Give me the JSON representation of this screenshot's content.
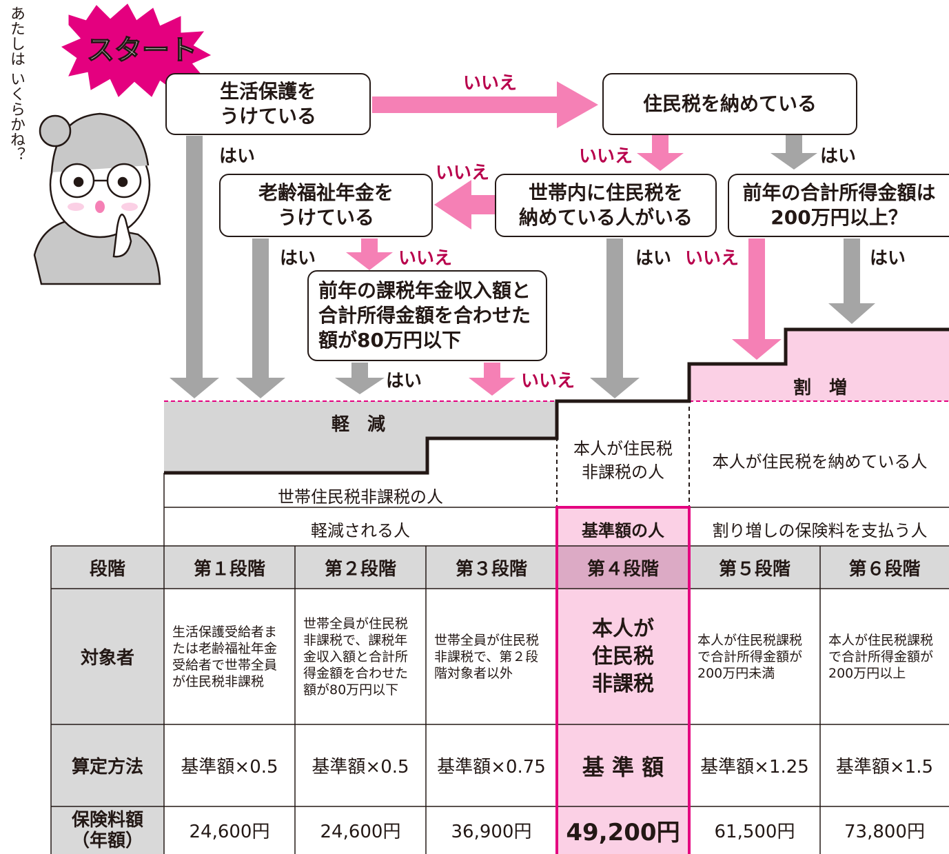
{
  "start": {
    "badge": "スタート",
    "bubble": [
      "あたしは",
      "いくらかね？"
    ]
  },
  "flow": {
    "q_welfare": [
      "生活保護を",
      "うけている"
    ],
    "q_pays_tax": "住民税を納めている",
    "q_household": [
      "世帯内に住民税を",
      "納めている人がいる"
    ],
    "q_pension": [
      "老齢福祉年金を",
      "うけている"
    ],
    "q_income200": [
      "前年の合計所得金額は",
      "200万円以上？"
    ],
    "q_80": [
      "前年の課税年金収入額と",
      "合計所得金額を合わせた",
      "額が80万円以下"
    ],
    "yes": "はい",
    "no": "いいえ"
  },
  "bands": {
    "reduced": "軽　減",
    "increased": "割　増",
    "self_nontax": [
      "本人が住民税",
      "非課税の人"
    ],
    "self_tax": "本人が住民税を納めている人",
    "household_nontax": "世帯住民税非課税の人",
    "reduced_people": "軽減される人",
    "base_people": "基準額の人",
    "increased_people": "割り増しの保険料を支払う人"
  },
  "table": {
    "row_headers": [
      "段階",
      "対象者",
      "算定方法",
      "保険料額\n（年額）"
    ],
    "stages": [
      "第１段階",
      "第２段階",
      "第３段階",
      "第４段階",
      "第５段階",
      "第６段階"
    ],
    "targets": [
      "生活保護受給者または老齢福祉年金受給者で世帯全員が住民税非課税",
      "世帯全員が住民税非課税で、課税年金収入額と合計所得金額を合わせた額が80万円以下",
      "世帯全員が住民税非課税で、第２段階対象者以外",
      "本人が\n住民税\n非課税",
      "本人が住民税課税で合計所得金額が200万円未満",
      "本人が住民税課税で合計所得金額が200万円以上"
    ],
    "methods": [
      "基準額×0.5",
      "基準額×0.5",
      "基準額×0.75",
      "基 準 額",
      "基準額×1.25",
      "基準額×1.5"
    ],
    "amounts": [
      "24,600円",
      "24,600円",
      "36,900円",
      "49,200円",
      "61,500円",
      "73,800円"
    ]
  },
  "colors": {
    "pink": "#f580b5",
    "pink_light": "#fbd0e5",
    "magenta": "#e4007f",
    "gray_arrow": "#a5a5a5",
    "gray_band": "#d6d6d6",
    "header_bg": "#d9d9d9"
  }
}
